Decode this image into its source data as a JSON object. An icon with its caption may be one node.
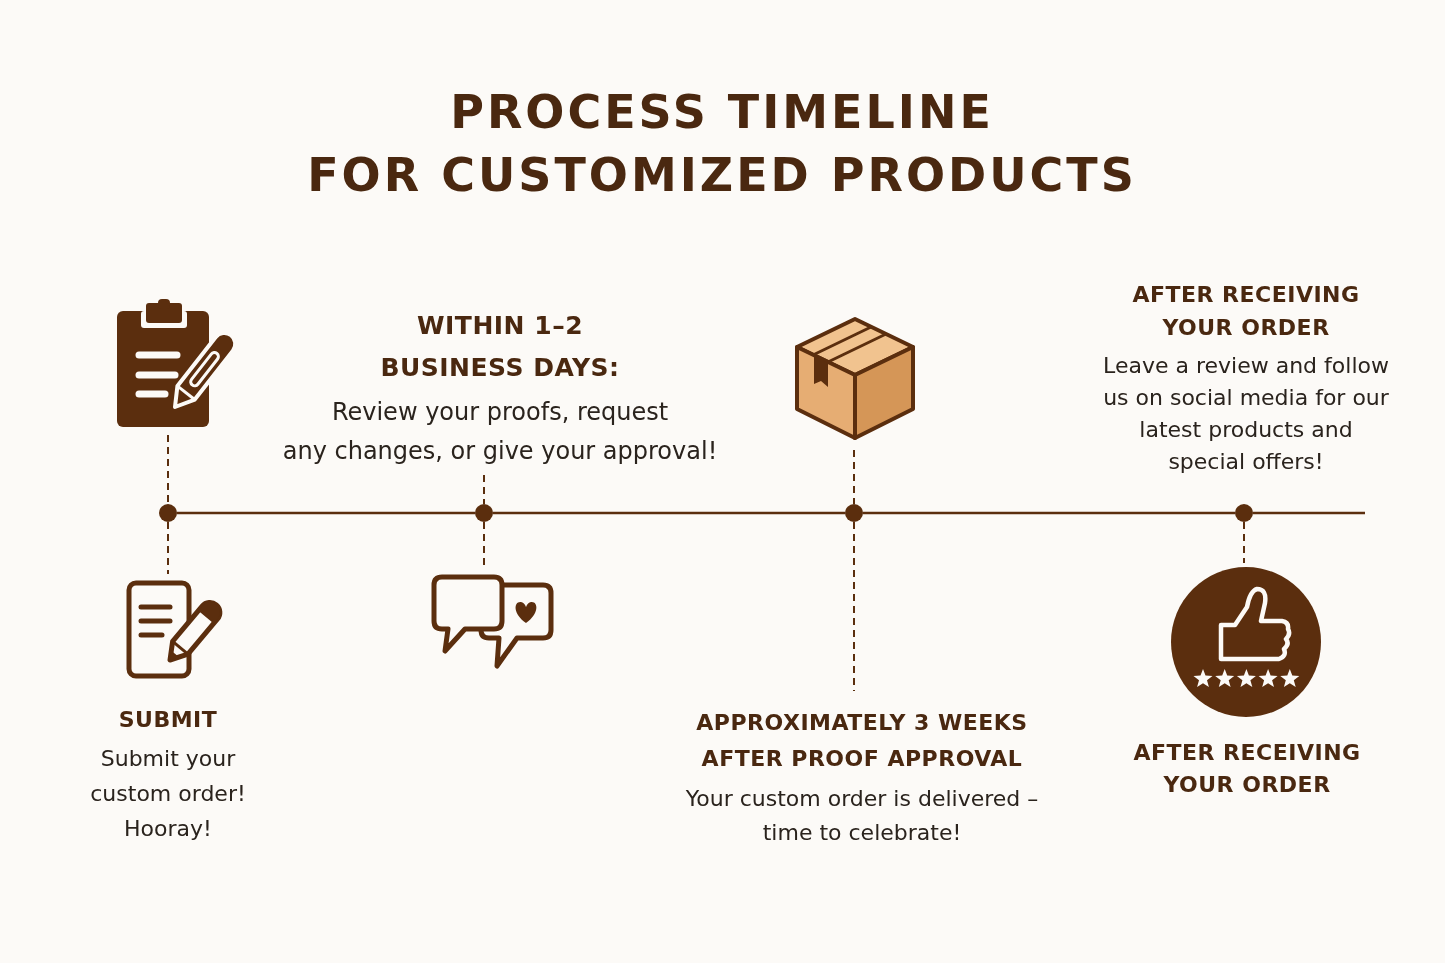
{
  "diagram": {
    "title": "PROCESS TIMELINE FOR CUSTOMIZED PRODUCTS",
    "nodes": [
      {
        "text": [],
        "shape": "picture"
      },
      {
        "text": [
          "WITHIN 1–2 BUSINESS DAYS:",
          "Review your proofs, request any changes, or give your approval!"
        ]
      },
      {
        "text": [],
        "shape": "picture"
      },
      {
        "text": [],
        "shape": "circle"
      },
      {
        "text": [],
        "shape": "circle"
      },
      {
        "text": [],
        "shape": "circle"
      },
      {
        "text": [],
        "shape": "circle",
        "beside": [
          "AFTER RECEIVING YOUR ORDER",
          "Leave a review and follow us on social media for our latest products and special offers!"
        ]
      },
      {
        "text": [],
        "shape": "picture",
        "beside": [
          "SUBMIT",
          "Submit your custom order! Hooray!"
        ]
      },
      {
        "text": [],
        "shape": "picture"
      },
      {
        "text": [],
        "shape": "picture",
        "beside": [
          "AFTER RECEIVING YOUR ORDER"
        ]
      },
      {
        "text": [
          "APPROXIMATELY 3 WEEKS AFTER PROOF APPROVAL",
          "Your custom order is delivered – time to celebrate!"
        ]
      }
    ],
    "edges": [
      {
        "from": 0,
        "to": 3,
        "arrow": "none",
        "style": "dashed"
      },
      {
        "from": 3,
        "to": 7,
        "arrow": "none",
        "style": "dashed"
      },
      {
        "from": 3,
        "to": 4,
        "arrow": "none"
      },
      {
        "from": 1,
        "to": 4,
        "arrow": "none",
        "style": "dashed"
      },
      {
        "from": 4,
        "to": 8,
        "arrow": "none",
        "style": "dashed"
      },
      {
        "from": 4,
        "to": 5,
        "arrow": "none"
      },
      {
        "from": 2,
        "to": 5,
        "arrow": "none",
        "style": "dashed"
      },
      {
        "from": 5,
        "to": 10,
        "arrow": "none",
        "style": "dashed"
      },
      {
        "from": 5,
        "to": 6,
        "arrow": "none"
      },
      {
        "from": 6,
        "to": 9,
        "arrow": "none",
        "style": "dashed"
      },
      {
        "from": 6,
        "to": null,
        "arrow": "none"
      }
    ]
  }
}
